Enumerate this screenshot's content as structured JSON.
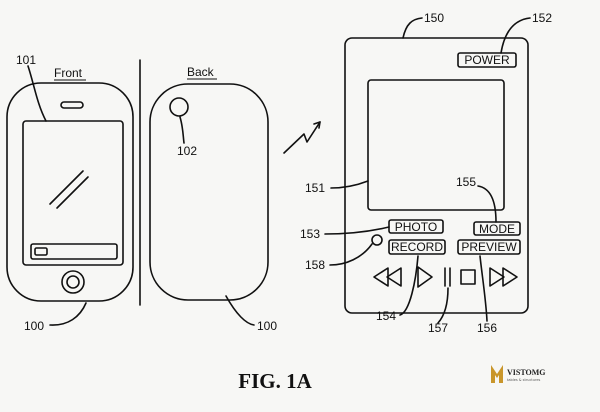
{
  "views": {
    "front_label": "Front",
    "back_label": "Back"
  },
  "refs": {
    "r101": "101",
    "r102": "102",
    "r100_front": "100",
    "r100_back": "100",
    "r150": "150",
    "r151": "151",
    "r152": "152",
    "r153": "153",
    "r154": "154",
    "r155": "155",
    "r156": "156",
    "r157": "157",
    "r158": "158"
  },
  "buttons": {
    "power": "POWER",
    "photo": "PHOTO",
    "mode": "MODE",
    "record": "RECORD",
    "preview": "PREVIEW"
  },
  "figure": {
    "caption": "FIG. 1A"
  },
  "logo": {
    "name": "VISTOMG",
    "tagline": "tables & structures"
  },
  "colors": {
    "line": "#111111",
    "paper": "#f7f7f5",
    "logo_gold": "#c9962b"
  }
}
